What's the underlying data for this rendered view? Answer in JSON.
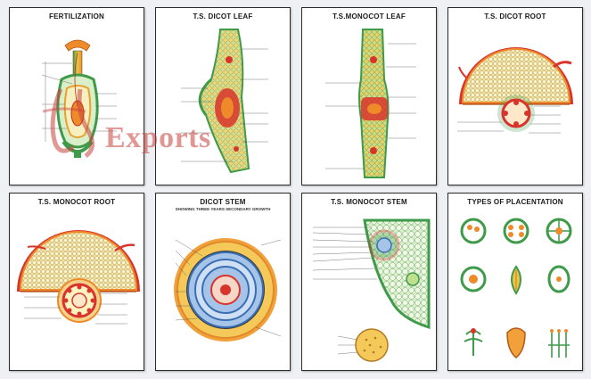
{
  "cards": [
    {
      "title": "FERTILIZATION",
      "footer": ""
    },
    {
      "title": "T.S. DICOT LEAF",
      "footer": ""
    },
    {
      "title": "T.S.MONOCOT LEAF",
      "footer": ""
    },
    {
      "title": "T.S. DICOT ROOT",
      "footer": ""
    },
    {
      "title": "T.S. MONOCOT ROOT",
      "footer": ""
    },
    {
      "title": "DICOT STEM",
      "subtitle": "SHOWING THREE YEARS SECONDARY GROWTH",
      "footer": ""
    },
    {
      "title": "T.S. MONOCOT STEM",
      "footer": ""
    },
    {
      "title": "TYPES OF PLACENTATION",
      "footer": ""
    }
  ],
  "watermark": {
    "text": "Exports"
  },
  "colors": {
    "tissue_yellow": "#e8c64a",
    "tissue_green": "#3f9a4a",
    "tissue_red": "#d8342c",
    "tissue_orange": "#ee8a2a",
    "stele_blue": "#3a6fb5",
    "watermark_red": "#c7433c"
  }
}
